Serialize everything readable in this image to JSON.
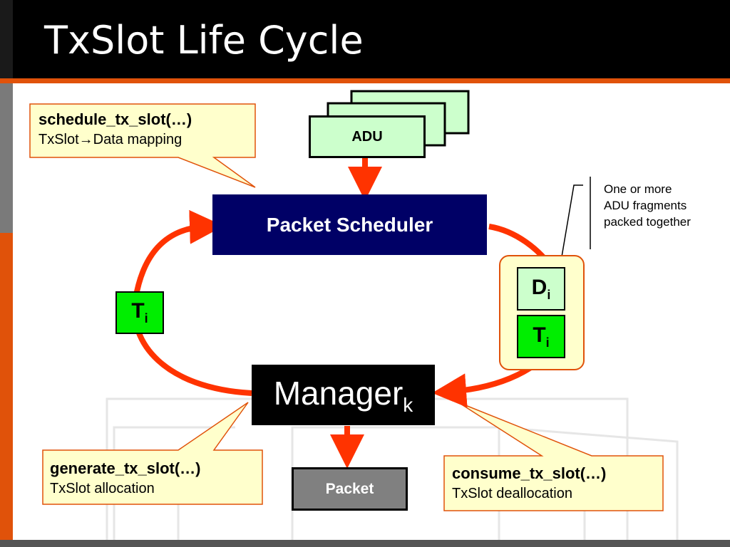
{
  "slide": {
    "title": "TxSlot Life Cycle"
  },
  "diagram": {
    "adu_label": "ADU",
    "scheduler_label": "Packet Scheduler",
    "manager_label": "Manager",
    "manager_subscript": "k",
    "packet_label": "Packet",
    "ti_left": {
      "main": "T",
      "sub": "i"
    },
    "ti_right": {
      "main": "T",
      "sub": "i"
    },
    "di_right": {
      "main": "D",
      "sub": "i"
    },
    "note_lines": [
      "One or more",
      "ADU fragments",
      "packed together"
    ]
  },
  "callouts": {
    "schedule": {
      "function": "schedule_tx_slot(…)",
      "description": "TxSlot→Data mapping"
    },
    "generate": {
      "function": "generate_tx_slot(…)",
      "description": "TxSlot allocation"
    },
    "consume": {
      "function": "consume_tx_slot(…)",
      "description": "TxSlot deallocation"
    }
  },
  "colors": {
    "title_bar": "#000000",
    "accent_orange": "#e0520a",
    "arrow_red": "#ff3300",
    "scheduler_blue": "#000066",
    "callout_fill": "#ffffcc",
    "adu_green_light": "#ccffcc",
    "ti_green": "#00ee00",
    "packet_gray": "#808080"
  }
}
